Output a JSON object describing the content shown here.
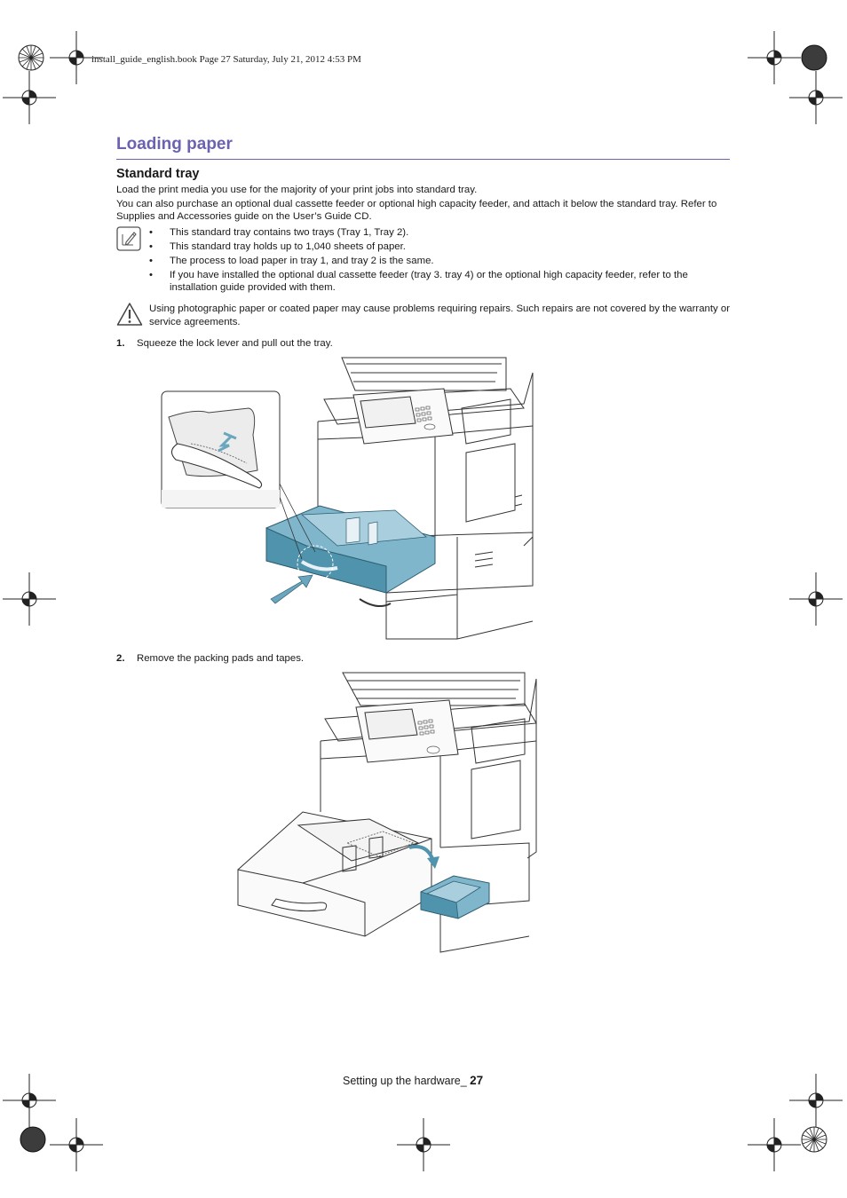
{
  "book_header": "install_guide_english.book  Page 27  Saturday, July 21, 2012  4:53 PM",
  "title": "Loading paper",
  "section": {
    "heading": "Standard tray",
    "paragraphs": [
      "Load the print media you use for the majority of your print jobs into standard tray.",
      "You can also purchase an optional dual cassette feeder or optional high capacity feeder, and attach it below the standard tray. Refer to Supplies and Accessories guide on the User’s Guide CD."
    ]
  },
  "note": {
    "icon": "note-pencil-icon",
    "bullet": "•",
    "items": [
      "This standard tray contains two trays (Tray 1, Tray 2).",
      "This standard tray holds up to 1,040 sheets of paper.",
      "The process to load paper in tray 1, and tray 2 is the same.",
      "If you have installed the optional dual cassette feeder (tray 3. tray 4) or the optional high capacity feeder, refer to the installation guide provided with them."
    ]
  },
  "caution": {
    "icon": "warning-triangle-icon",
    "text": "Using photographic paper or coated paper may cause problems requiring repairs. Such repairs are not covered by the warranty or service agreements."
  },
  "steps": [
    {
      "num": "1.",
      "text": "Squeeze the lock lever and pull out the tray."
    },
    {
      "num": "2.",
      "text": "Remove the packing pads and tapes."
    }
  ],
  "footer": {
    "label": "Setting up the hardware_",
    "page": "27"
  },
  "colors": {
    "accent": "#6b63b0",
    "tray_blue": "#4f93ad",
    "tray_blue_light": "#a9cfde"
  }
}
